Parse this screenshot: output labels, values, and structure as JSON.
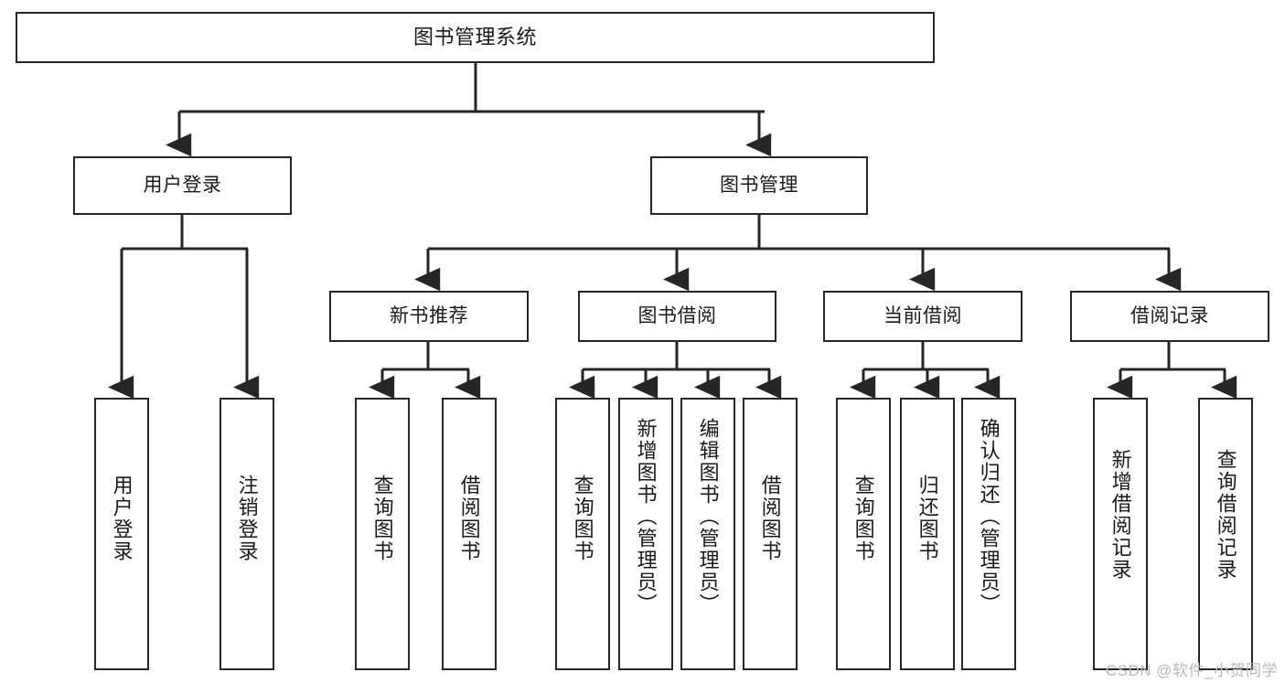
{
  "diagram": {
    "type": "tree-hierarchy",
    "title": "图书管理系统",
    "watermark": "CSDN @软件_小贺同学",
    "colors": {
      "stroke": "#262626",
      "background": "#ffffff",
      "text": "#1a1a1a",
      "watermark": "#b9b9b9"
    },
    "nodes": {
      "root": {
        "label": "图书管理系统",
        "level": 0
      },
      "l1": [
        {
          "id": "user-login",
          "label": "用户登录",
          "level": 1
        },
        {
          "id": "book-manage",
          "label": "图书管理",
          "level": 1
        }
      ],
      "l2": [
        {
          "id": "new-book-recommend",
          "label": "新书推荐",
          "level": 2,
          "parent": "book-manage"
        },
        {
          "id": "book-borrow",
          "label": "图书借阅",
          "level": 2,
          "parent": "book-manage"
        },
        {
          "id": "current-borrow",
          "label": "当前借阅",
          "level": 2,
          "parent": "book-manage"
        },
        {
          "id": "borrow-record",
          "label": "借阅记录",
          "level": 2,
          "parent": "book-manage"
        }
      ],
      "leaves": [
        {
          "id": "leaf-user-login",
          "label": "用户登录",
          "parent": "user-login"
        },
        {
          "id": "leaf-logout-login",
          "label": "注销登录",
          "parent": "user-login"
        },
        {
          "id": "leaf-query-book-1",
          "label": "查询图书",
          "parent": "new-book-recommend"
        },
        {
          "id": "leaf-borrow-book-1",
          "label": "借阅图书",
          "parent": "new-book-recommend"
        },
        {
          "id": "leaf-query-book-2",
          "label": "查询图书",
          "parent": "book-borrow"
        },
        {
          "id": "leaf-add-book",
          "label": "新增图书（管理员）",
          "parent": "book-borrow"
        },
        {
          "id": "leaf-edit-book",
          "label": "编辑图书（管理员）",
          "parent": "book-borrow"
        },
        {
          "id": "leaf-borrow-book-2",
          "label": "借阅图书",
          "parent": "book-borrow"
        },
        {
          "id": "leaf-query-book-3",
          "label": "查询图书",
          "parent": "current-borrow"
        },
        {
          "id": "leaf-return-book",
          "label": "归还图书",
          "parent": "current-borrow"
        },
        {
          "id": "leaf-confirm-return",
          "label": "确认归还（管理员）",
          "parent": "current-borrow"
        },
        {
          "id": "leaf-add-borrow-record",
          "label": "新增借阅记录",
          "parent": "borrow-record"
        },
        {
          "id": "leaf-query-borrow-record",
          "label": "查询借阅记录",
          "parent": "borrow-record"
        }
      ]
    }
  }
}
